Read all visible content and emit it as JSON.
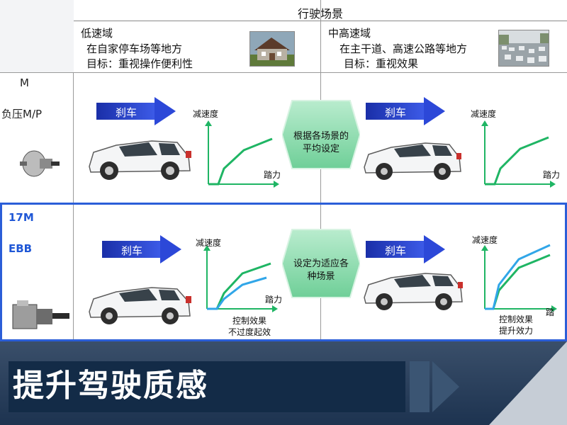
{
  "header": {
    "title": "行驶场景"
  },
  "scenes": [
    {
      "title": "低速域",
      "line1": "在自家停车场等地方",
      "line2": "目标：重视操作便利性"
    },
    {
      "title": "中高速域",
      "line1": "在主干道、高速公路等地方",
      "line2": "目标：重视效果"
    }
  ],
  "rows": [
    {
      "labels": [
        "M",
        "负压M/P"
      ],
      "center_badge": [
        "根据各场景的",
        "平均设定"
      ],
      "cells": [
        {
          "arrow": "刹车",
          "ylabel": "减速度",
          "xlabel": "踏力",
          "notes": []
        },
        {
          "arrow": "刹车",
          "ylabel": "减速度",
          "xlabel": "踏力",
          "notes": []
        }
      ]
    },
    {
      "labels": [
        "17M",
        "EBB"
      ],
      "center_badge": [
        "设定为适应各",
        "种场景"
      ],
      "cells": [
        {
          "arrow": "刹车",
          "ylabel": "减速度",
          "xlabel": "踏力",
          "notes": [
            "控制效果",
            "不过度起效"
          ]
        },
        {
          "arrow": "刹车",
          "ylabel": "减速度",
          "xlabel": "踏",
          "notes": [
            "控制效果",
            "提升效力"
          ]
        }
      ]
    }
  ],
  "banner": {
    "title": "提升驾驶质感"
  },
  "colors": {
    "accent_blue": "#2b5ed8",
    "arrow_blue": "#2c48d8",
    "curve_green": "#1fb564",
    "curve_blue": "#31a6e8",
    "badge_green": "#7fd6a6"
  }
}
